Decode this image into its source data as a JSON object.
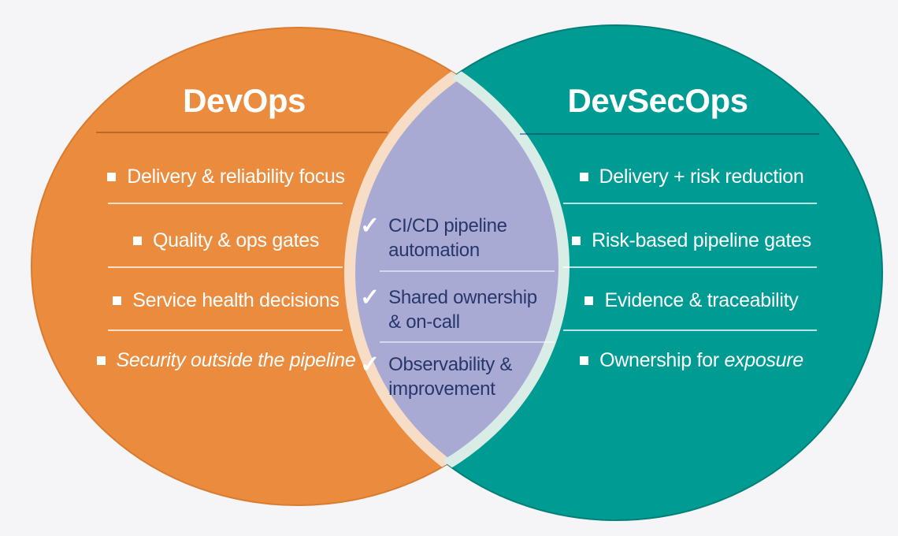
{
  "background": "#f5f4f6",
  "venn": {
    "left": {
      "title": "DevOps",
      "fill": "#ea8b3e",
      "edge": "#d97c2f",
      "items": [
        {
          "text": "Delivery & reliability focus",
          "text_em": ""
        },
        {
          "text": "Quality & ops gates",
          "text_em": ""
        },
        {
          "text": "Service health decisions",
          "text_em": ""
        },
        {
          "text": "",
          "text_em": "Security outside the pipeline"
        }
      ]
    },
    "right": {
      "title": "DevSecOps",
      "fill": "#009b93",
      "edge": "#008079",
      "items": [
        {
          "text": "Delivery + risk reduction",
          "text_em": ""
        },
        {
          "text": "Risk-based pipeline gates",
          "text_em": ""
        },
        {
          "text": "Evidence & traceability",
          "text_em": ""
        },
        {
          "text": "Ownership for",
          "text_em": "exposure"
        }
      ]
    },
    "overlap": {
      "fill": "#a9aad3",
      "rim_left": "#f7dcc6",
      "rim_right": "#d9ece6",
      "text_color": "#27376b",
      "check_icon": "✓",
      "items": [
        {
          "line1": "CI/CD pipeline",
          "line2": "automation"
        },
        {
          "line1": "Shared ownership",
          "line2": "& on-call"
        },
        {
          "line1": "Observability &",
          "line2": "improvement"
        }
      ]
    }
  }
}
